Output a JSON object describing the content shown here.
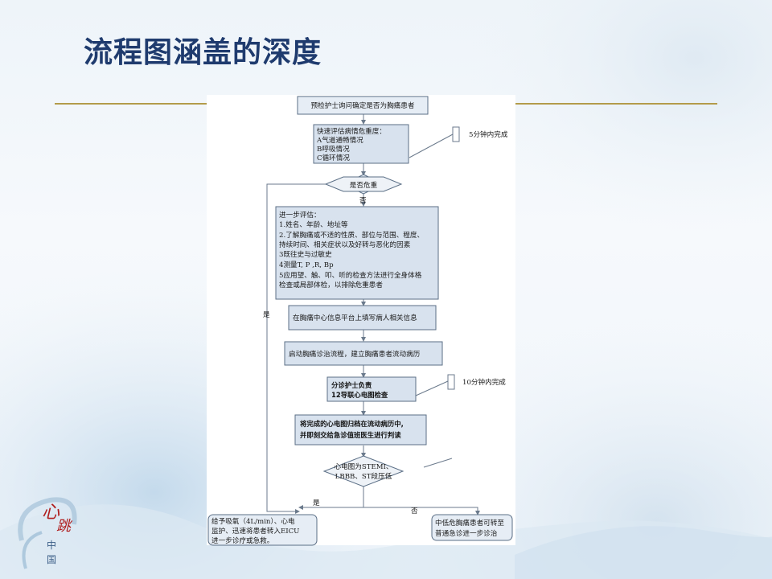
{
  "slide": {
    "title": "流程图涵盖的深度"
  },
  "flow": {
    "start": "预检护士询问确定是否为胸痛患者",
    "quick_assess": [
      "快速评估病情危重度：",
      "A气道通畅情况",
      "B呼吸情况",
      "C循环情况"
    ],
    "note_5min": "5分钟内完成",
    "decision_critical": "是否危重",
    "label_no_1": "否",
    "label_yes_left": "是",
    "further_assess": [
      "进一步评估：",
      "1.姓名、年龄、地址等",
      "2.了解胸痛或不适的性质、部位与范围、程度、",
      "持续时间、相关症状以及好转与恶化的因素",
      "3既往史与过敏史",
      "4测量T, P ,R, Bp",
      "5应用望、触、叩、听的检查方法进行全身体格",
      "检查或局部体检，以排除危重患者"
    ],
    "fill_info": "在胸痛中心信息平台上填写病人相关信息",
    "start_process": "启动胸痛诊治流程，建立胸痛患者流动病历",
    "triage": [
      "分诊护士负责",
      "12导联心电图检查"
    ],
    "note_10min": "10分钟内完成",
    "archive_ecg": [
      "将完成的心电图归档在流动病历中,",
      "并即刻交给急诊值班医生进行判读"
    ],
    "decision_ecg": [
      "心电图为STEMI、",
      "LBBB、ST段压低"
    ],
    "label_yes_bottom": "是",
    "label_no_bottom": "否",
    "treat": [
      "给予吸氧（4L/min）、心电",
      "监护、迅速将患者转入EICU",
      "进一步诊疗或急救。"
    ],
    "low_risk": [
      "中低危胸痛患者可转至",
      "普通急诊进一步诊治"
    ]
  },
  "logo": {
    "text": "心跳中国"
  },
  "colors": {
    "title": "#1f3b6e",
    "rule": "#b39b4a",
    "box_fill": "#d8e2ee",
    "box_stroke": "#5b6f86"
  }
}
